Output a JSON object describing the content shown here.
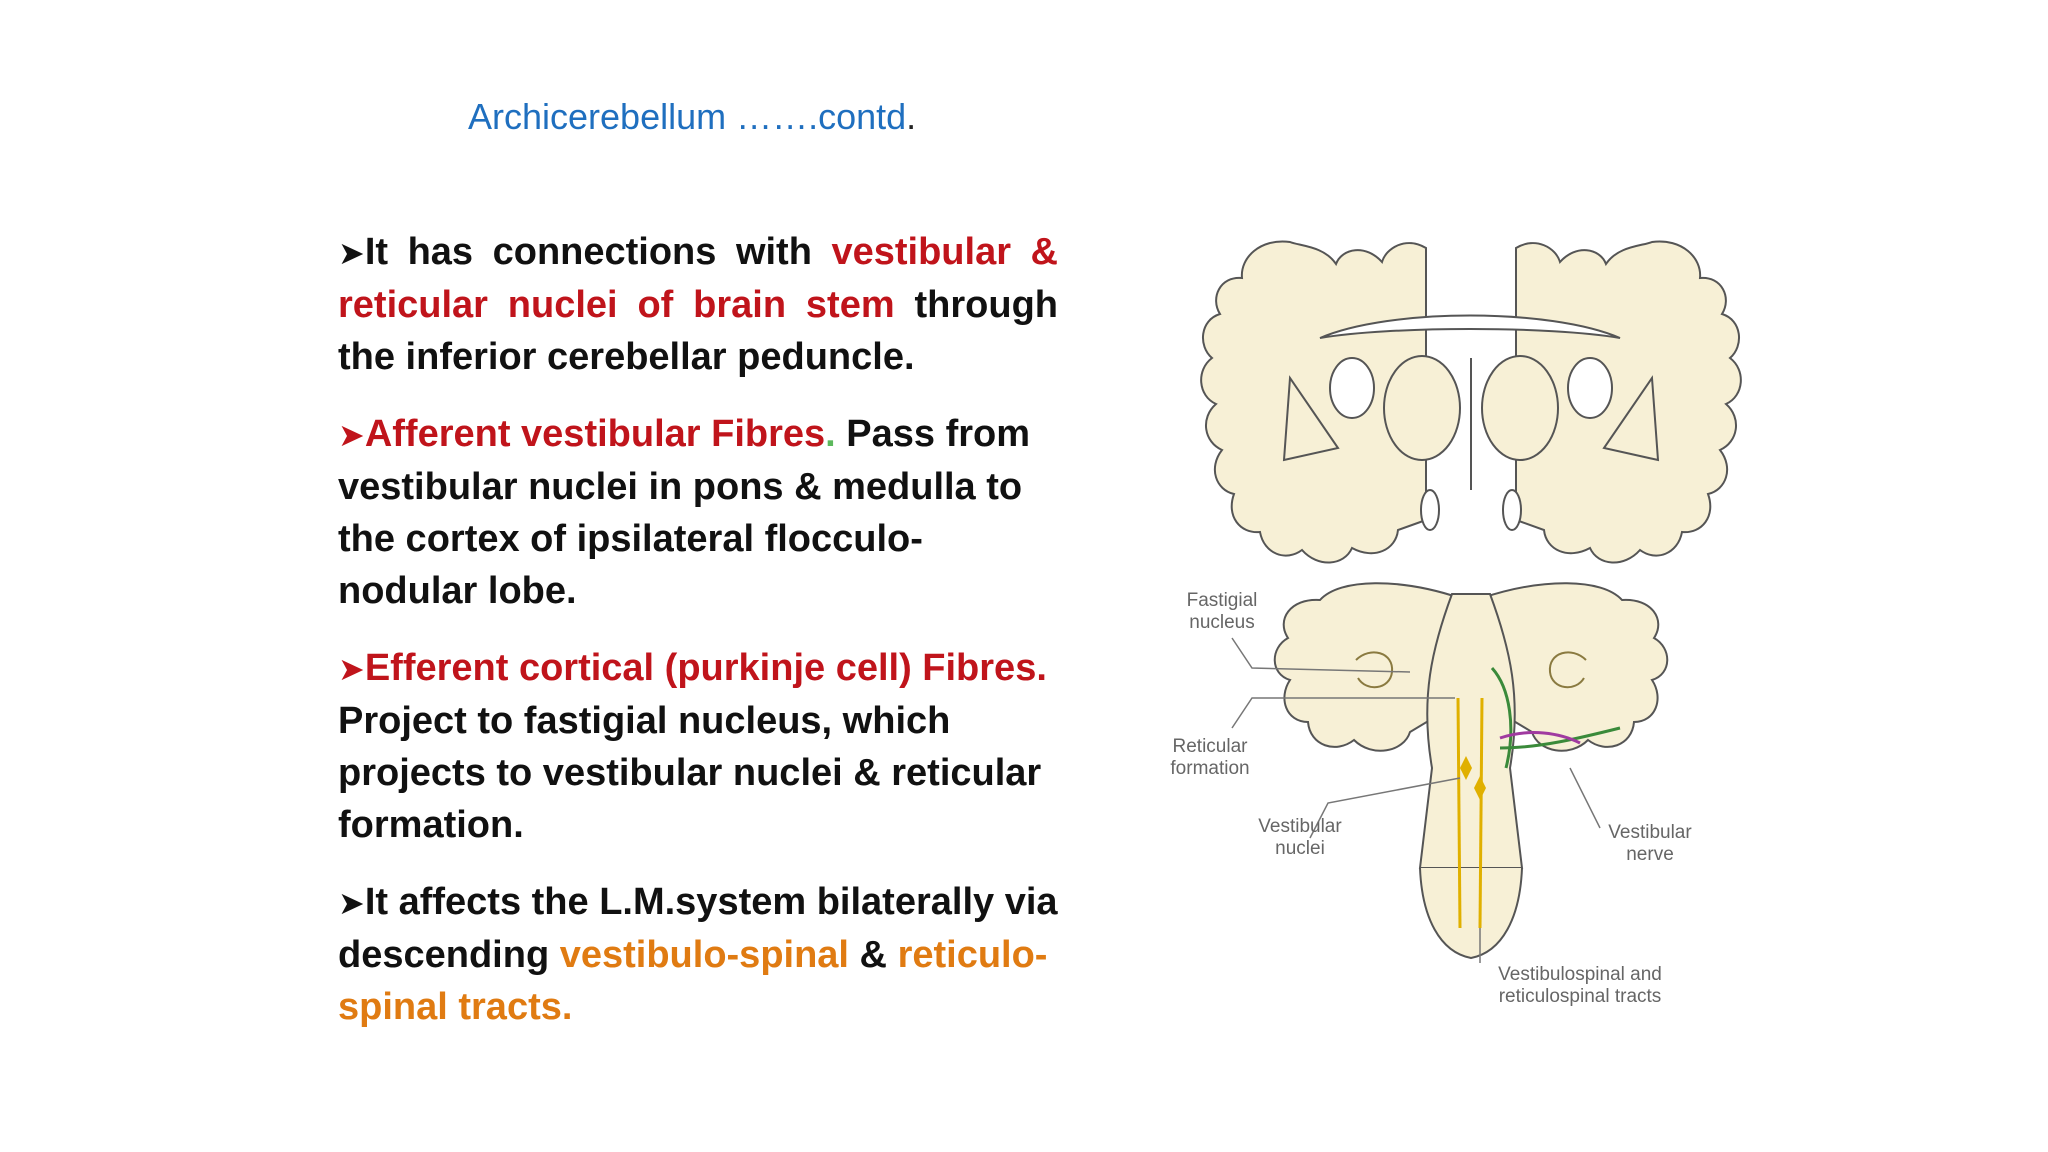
{
  "title": {
    "text": "Archicerebellum …….contd",
    "trailing": "."
  },
  "bullets": {
    "b1": {
      "text_a": "It has connections with ",
      "highlight": "vestibular & reticular nuclei of brain stem",
      "text_b": " through the inferior cerebellar peduncle."
    },
    "b2": {
      "highlight": "Afferent vestibular Fibres",
      "dot": ".",
      "text": " Pass from vestibular nuclei in pons & medulla to the cortex of ipsilateral flocculo-nodular lobe."
    },
    "b3": {
      "highlight": "Efferent cortical (purkinje cell) Fibres.",
      "text": " Project to fastigial nucleus, which projects to vestibular nuclei & reticular formation."
    },
    "b4": {
      "text_a": "It affects the L.M.system bilaterally via descending ",
      "highlight_a": "vestibulo-spinal",
      "text_b": " & ",
      "highlight_b": "reticulo-spinal tracts."
    }
  },
  "figure": {
    "labels": {
      "fastigial_l1": "Fastigial",
      "fastigial_l2": "nucleus",
      "reticular_l1": "Reticular",
      "reticular_l2": "formation",
      "vnuc_l1": "Vestibular",
      "vnuc_l2": "nuclei",
      "vnerve_l1": "Vestibular",
      "vnerve_l2": "nerve",
      "tracts_l1": "Vestibulospinal and",
      "tracts_l2": "reticulospinal tracts"
    },
    "colors": {
      "tissue": "#f7f0d6",
      "outline": "#555555",
      "afferent": "#3a8a3a",
      "efferent": "#a03aa0",
      "tract": "#e0b000"
    }
  }
}
